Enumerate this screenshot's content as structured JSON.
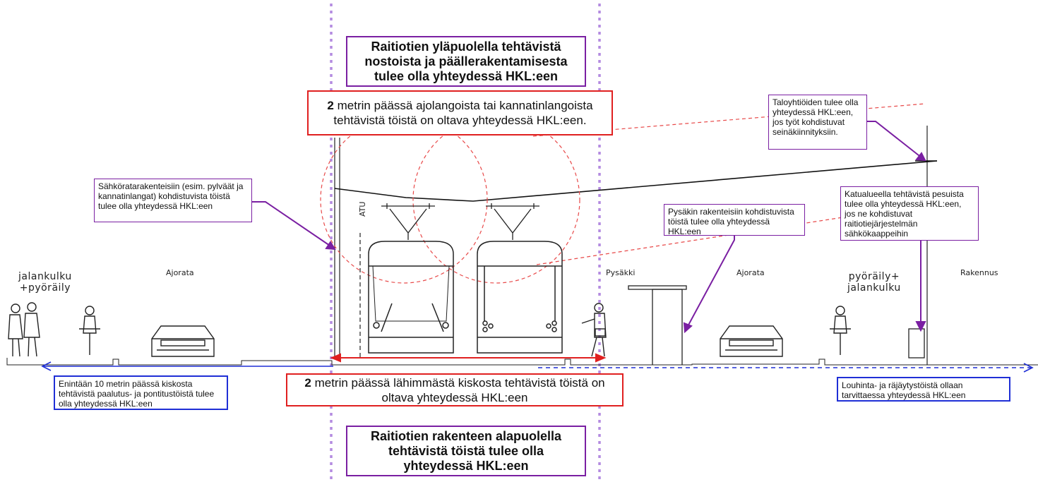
{
  "colors": {
    "purple": "#7a1fa2",
    "red": "#e02020",
    "blue": "#1f2fd6",
    "dash_purple": "#b48be0",
    "dash_red": "#e84a4a"
  },
  "top_box": {
    "text": "Raitiotien yläpuolella tehtävistä nostoista ja päällerakentamisesta tulee olla yhteydessä HKL:een"
  },
  "bottom_box": {
    "text": "Raitiotien rakenteen alapuolella tehtävistä töistä tulee olla yhteydessä HKL:een"
  },
  "red_top": {
    "bold": "2",
    "text": " metrin päässä ajolangoista tai kannatinlangoista tehtävistä töistä on oltava yhteydessä HKL:een."
  },
  "red_bottom": {
    "bold": "2",
    "text": " metrin päässä lähimmästä kiskosta tehtävistä töistä on oltava yhteydessä HKL:een"
  },
  "callouts": {
    "sahkorata": "Sähköratarakenteisiin (esim. pylväät ja kannatinlangat) kohdistuvista töistä tulee olla yhteydessä HKL:een",
    "pysakki": "Pysäkin rakenteisiin kohdistuvista töistä tulee olla yhteydessä HKL:een",
    "taloyhtiot": "Taloyhtiöiden tulee olla yhteydessä HKL:een, jos työt kohdistuvat seinäkiinnityksiin.",
    "katualue": "Katualueella tehtävistä pesuista tulee olla yhteydessä HKL:een, jos ne kohdistuvat raitiotiejärjestelmän sähkökaappeihin",
    "paalutus": "Enintään 10 metrin päässä kiskosta tehtävistä paalutus- ja pontitustöistä tulee olla yhteydessä HKL:een",
    "louhinta": "Louhinta- ja räjäytystöistä ollaan tarvittaessa yhteydessä HKL:een"
  },
  "labels": {
    "jalankulku_left": "jalankulku\n+pyöräily",
    "ajorata_left": "Ajorata",
    "atu": "ATU",
    "pysakki": "Pysäkki",
    "ajorata_right": "Ajorata",
    "pyoraily_right": "pyöräily+\njalankulku",
    "rakennus": "Rakennus"
  }
}
